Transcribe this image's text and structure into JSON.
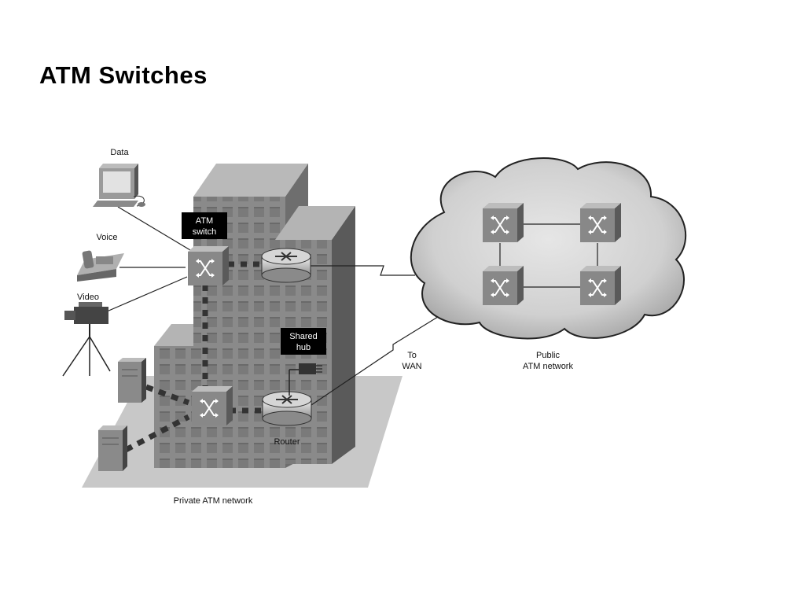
{
  "title": "ATM  Switches",
  "diagram": {
    "devices": {
      "data": "Data",
      "voice": "Voice",
      "video": "Video"
    },
    "atm_switch_label": [
      "ATM",
      "switch"
    ],
    "shared_hub_label": [
      "Shared",
      "hub"
    ],
    "router_label": "Router",
    "to_wan_label": [
      "To",
      "WAN"
    ],
    "public_network_label": [
      "Public",
      "ATM network"
    ],
    "private_network_label": "Private ATM network"
  }
}
